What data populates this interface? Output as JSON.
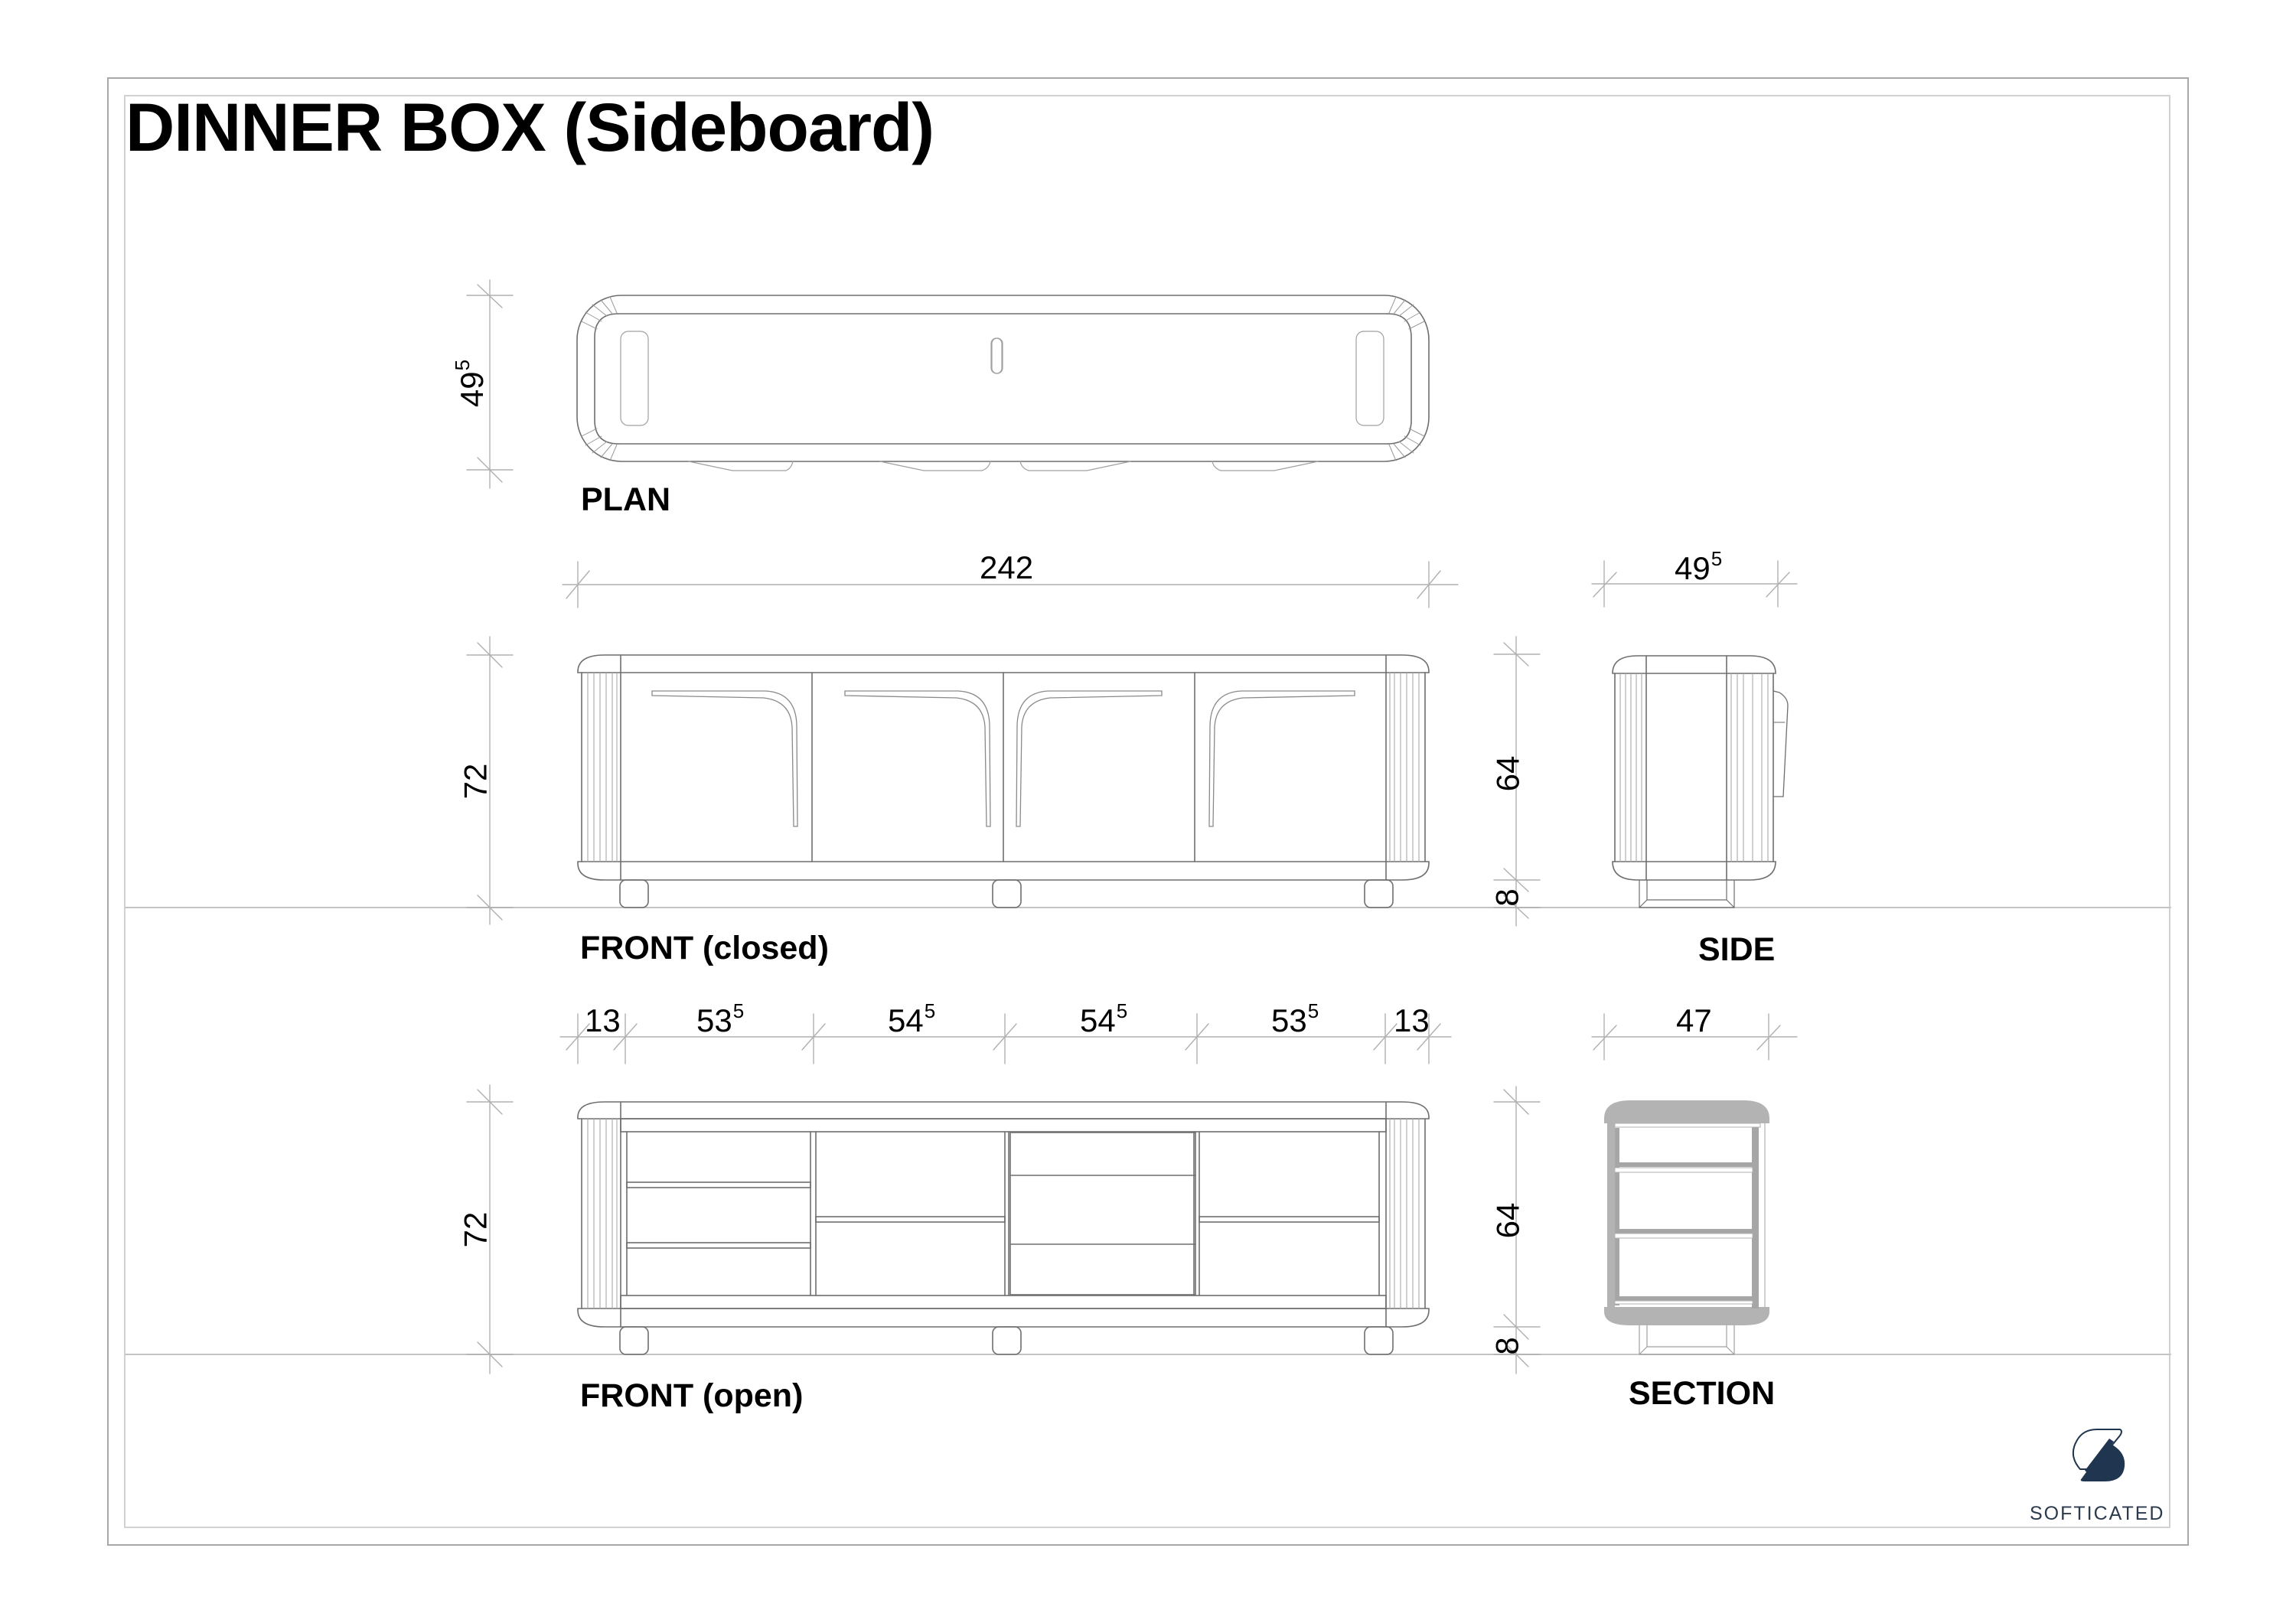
{
  "sheet": {
    "title": "DINNER BOX (Sideboard)",
    "brand": {
      "name": "SOFTICATED",
      "logo_icon": "softicated-logo-icon",
      "color": "#1f3550"
    }
  },
  "views": {
    "plan": {
      "label": "PLAN",
      "depth_dim": {
        "main": "49",
        "sup": "5"
      }
    },
    "front_closed": {
      "label": "FRONT (closed)",
      "width_dim": "242",
      "height_dim": "72"
    },
    "side": {
      "label": "SIDE",
      "depth_dim": {
        "main": "49",
        "sup": "5"
      },
      "body_height_dim": "64",
      "leg_height_dim": "8"
    },
    "front_open": {
      "label": "FRONT (open)",
      "height_dim": "72",
      "segment_dims": [
        {
          "main": "13",
          "sup": ""
        },
        {
          "main": "53",
          "sup": "5"
        },
        {
          "main": "54",
          "sup": "5"
        },
        {
          "main": "54",
          "sup": "5"
        },
        {
          "main": "53",
          "sup": "5"
        },
        {
          "main": "13",
          "sup": ""
        }
      ]
    },
    "section": {
      "label": "SECTION",
      "depth_dim": "47",
      "body_height_dim": "64",
      "leg_height_dim": "8",
      "fill_color": "#b3b3b3"
    }
  },
  "colors": {
    "line": "#6e6e6e",
    "dim_line": "#b0b0b0",
    "ground_line": "#c4c4c4"
  }
}
